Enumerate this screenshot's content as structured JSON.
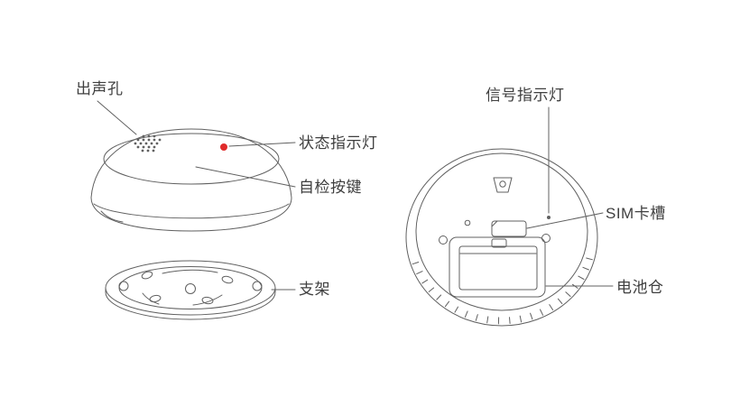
{
  "diagram": {
    "left_view": {
      "sound_hole_label": "出声孔",
      "status_light_label": "状态指示灯",
      "self_check_label": "自检按键",
      "bracket_label": "支架"
    },
    "right_view": {
      "signal_light_label": "信号指示灯",
      "sim_slot_label": "SIM卡槽",
      "battery_label": "电池仓"
    },
    "colors": {
      "line": "#606060",
      "text": "#3f3f3f",
      "status_led": "#e02b2b"
    }
  }
}
